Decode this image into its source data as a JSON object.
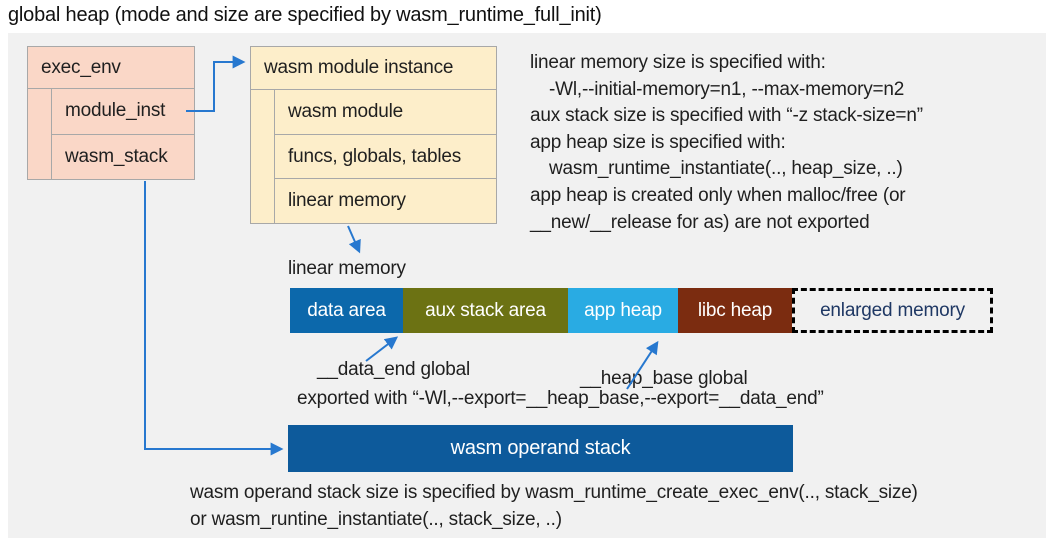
{
  "title": "global heap (mode and size are specified by wasm_runtime_full_init)",
  "exec_env_box": {
    "header": "exec_env",
    "rows": [
      "module_inst",
      "wasm_stack"
    ]
  },
  "module_instance_box": {
    "header": "wasm module instance",
    "rows": [
      "wasm module",
      "funcs, globals, tables",
      "linear memory"
    ]
  },
  "notes_right": {
    "lines": [
      "linear memory size is specified with:",
      "-Wl,--initial-memory=n1, --max-memory=n2",
      "aux stack size is specified with “-z stack-size=n”",
      "app heap size is specified with:",
      "wasm_runtime_instantiate(.., heap_size, ..)",
      "app heap is created only when malloc/free (or",
      "__new/__release for as) are not exported"
    ]
  },
  "linear_memory": {
    "label": "linear memory",
    "segments": [
      {
        "label": "data area",
        "color": "#0c68ab"
      },
      {
        "label": "aux stack area",
        "color": "#6c7213"
      },
      {
        "label": "app heap",
        "color": "#29abe3"
      },
      {
        "label": "libc heap",
        "color": "#7b2c10"
      },
      {
        "label": "enlarged memory",
        "color": "transparent",
        "text_color": "#1f3864",
        "border_style": "dashed"
      }
    ],
    "annotations": {
      "data_end_label": "__data_end global",
      "heap_base_label": "__heap_base global",
      "export_note": "exported with “-Wl,--export=__heap_base,--export=__data_end”"
    }
  },
  "operand_stack": {
    "label": "wasm operand stack",
    "color": "#0d5a9b",
    "note_line1": "wasm operand stack size is specified by wasm_runtime_create_exec_env(.., stack_size)",
    "note_line2": "or wasm_runtine_instantiate(.., stack_size, ..)"
  },
  "colors": {
    "arrow": "#2778cf",
    "diagram_bg": "#f1f1f1",
    "exec_env_fill": "#fad7c7",
    "instance_fill": "#fdeeca",
    "box_border": "#a8a8a8",
    "text": "#1f1f1f"
  }
}
